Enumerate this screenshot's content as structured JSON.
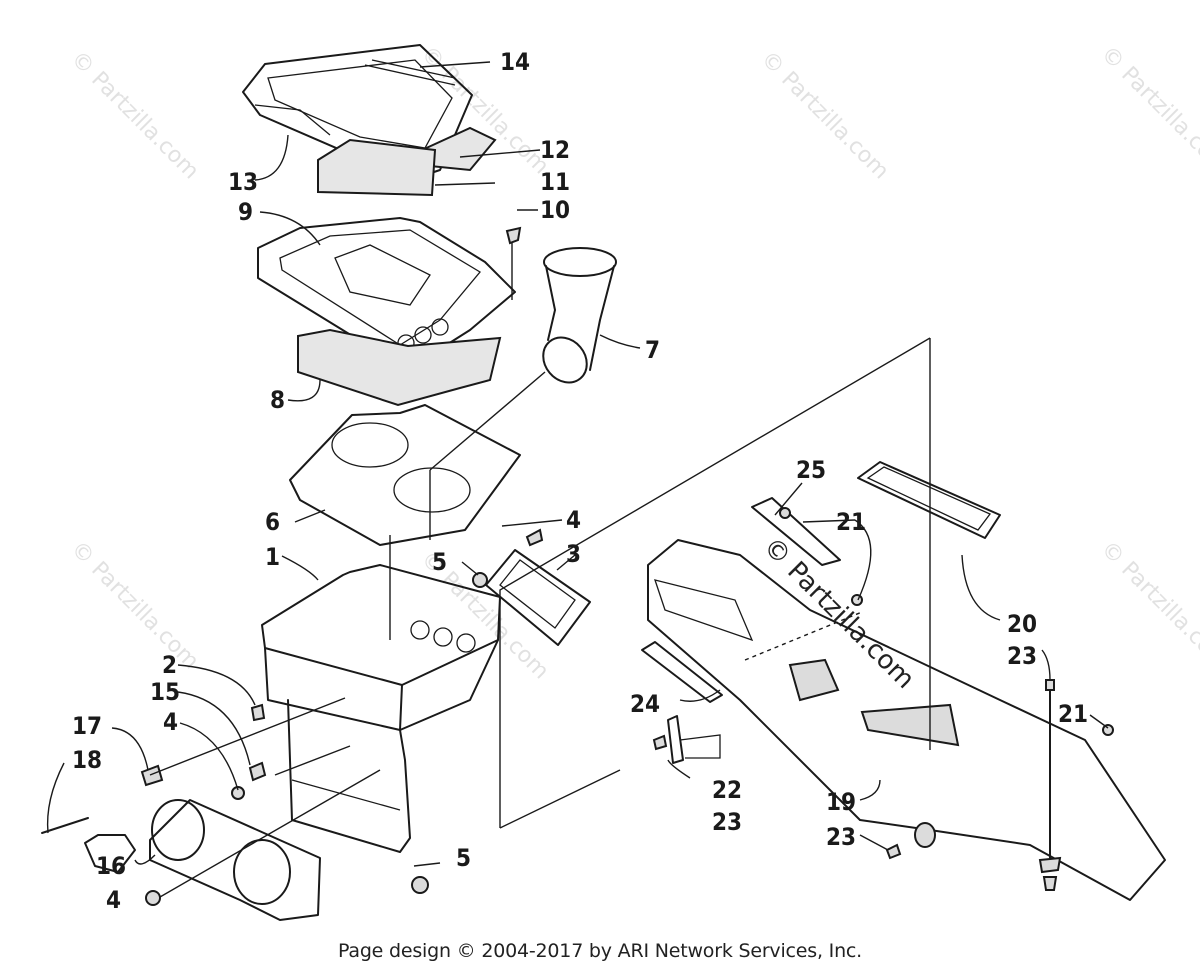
{
  "footer": "Page design © 2004-2017 by ARI Network Services, Inc.",
  "watermark": {
    "text": "© Partzilla.com",
    "prominent_text": "© Partzilla.com"
  },
  "callouts": {
    "c14": "14",
    "c12": "12",
    "c13": "13",
    "c11": "11",
    "c9": "9",
    "c10": "10",
    "c7": "7",
    "c8": "8",
    "c25": "25",
    "c4a": "4",
    "c21a": "21",
    "c6": "6",
    "c5a": "5",
    "c3": "3",
    "c1": "1",
    "c20": "20",
    "c23a": "23",
    "c2": "2",
    "c15": "15",
    "c24": "24",
    "c21b": "21",
    "c17": "17",
    "c4b": "4",
    "c18": "18",
    "c22": "22",
    "c23b": "23",
    "c19": "19",
    "c16": "16",
    "c5b": "5",
    "c23c": "23",
    "c4c": "4"
  }
}
